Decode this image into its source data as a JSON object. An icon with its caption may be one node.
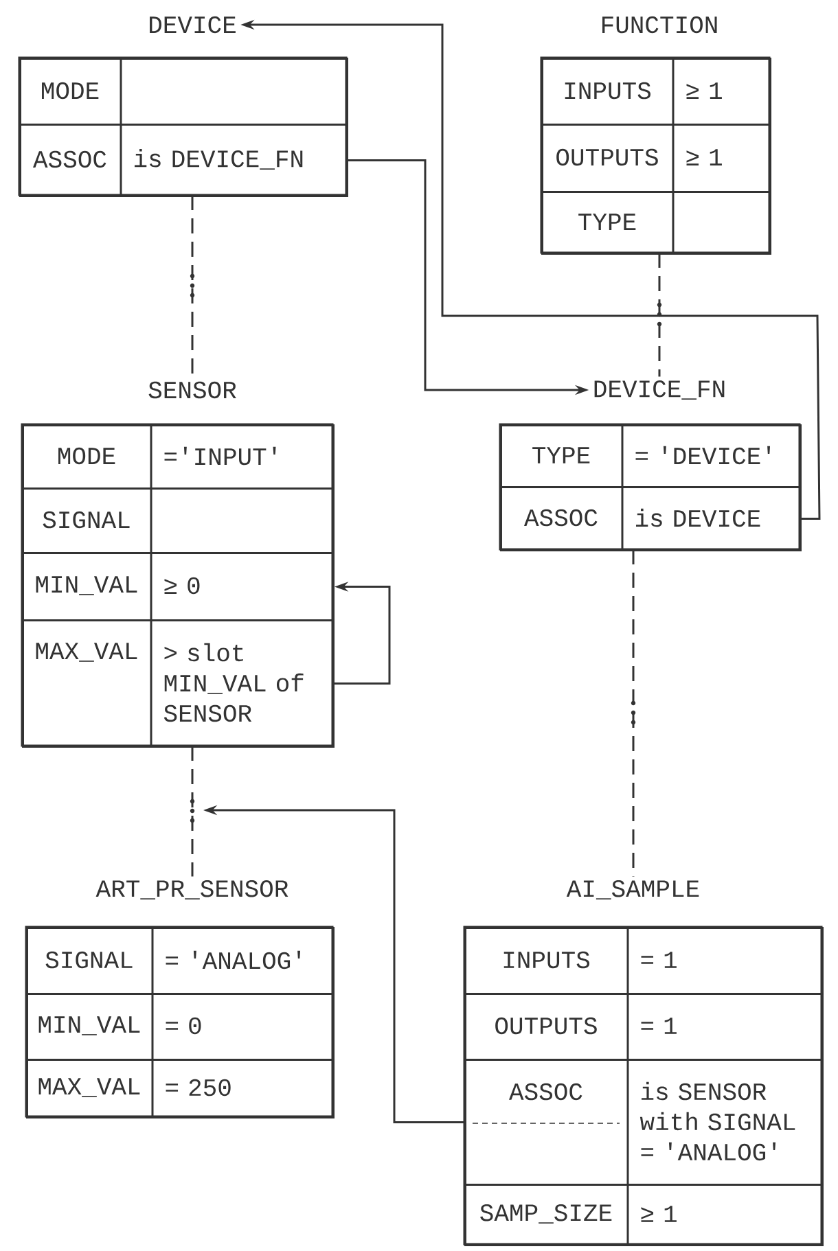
{
  "diagram": {
    "nodes": [
      {
        "text": [
          "DEVICE"
        ]
      },
      {
        "text": [
          "MODE"
        ],
        "in": 0
      },
      {
        "text": [
          "ASSOC",
          "is DEVICE_FN"
        ],
        "in": 0
      },
      {
        "text": [
          "FUNCTION"
        ]
      },
      {
        "text": [
          "INPUTS",
          "≥ 1"
        ],
        "in": 3
      },
      {
        "text": [
          "OUTPUTS",
          "≥ 1"
        ],
        "in": 3
      },
      {
        "text": [
          "TYPE"
        ],
        "in": 3
      },
      {
        "text": [
          "SENSOR"
        ]
      },
      {
        "text": [
          "MODE",
          "='INPUT'"
        ],
        "in": 7
      },
      {
        "text": [
          "SIGNAL"
        ],
        "in": 7
      },
      {
        "text": [
          "MIN_VAL",
          "≥ 0"
        ],
        "in": 7
      },
      {
        "text": [
          "MAX_VAL",
          "> slot MIN_VAL of SENSOR"
        ],
        "in": 7
      },
      {
        "text": [
          "DEVICE_FN"
        ]
      },
      {
        "text": [
          "TYPE",
          "= 'DEVICE'"
        ],
        "in": 12
      },
      {
        "text": [
          "ASSOC",
          "is DEVICE"
        ],
        "in": 12
      },
      {
        "text": [
          "ART_PR_SENSOR"
        ]
      },
      {
        "text": [
          "SIGNAL",
          "= 'ANALOG'"
        ],
        "in": 15
      },
      {
        "text": [
          "MIN_VAL",
          "= 0"
        ],
        "in": 15
      },
      {
        "text": [
          "MAX_VAL",
          "= 250"
        ],
        "in": 15
      },
      {
        "text": [
          "AI_SAMPLE"
        ]
      },
      {
        "text": [
          "INPUTS",
          "= 1"
        ],
        "in": 19
      },
      {
        "text": [
          "OUTPUTS",
          "= 1"
        ],
        "in": 19
      },
      {
        "text": [
          "ASSOC",
          "is SENSOR with SIGNAL = 'ANALOG'"
        ],
        "in": 19
      },
      {
        "text": [
          "SAMP_SIZE",
          "≥ 1"
        ],
        "in": 19
      }
    ],
    "edges": [
      {
        "from": 0,
        "to": 7,
        "arrow": "none",
        "style": "dashed"
      },
      {
        "from": 3,
        "to": 12,
        "arrow": "none",
        "style": "dashed"
      },
      {
        "from": 7,
        "to": 15,
        "arrow": "none",
        "style": "dashed"
      },
      {
        "from": 12,
        "to": 19,
        "arrow": "none",
        "style": "dashed"
      },
      {
        "from": 2,
        "to": 12,
        "arrow": "to"
      },
      {
        "from": 14,
        "to": 0,
        "arrow": "to"
      },
      {
        "from": 11,
        "to": 10,
        "arrow": "to"
      },
      {
        "from": 22,
        "to": null,
        "arrow": "to"
      }
    ]
  }
}
